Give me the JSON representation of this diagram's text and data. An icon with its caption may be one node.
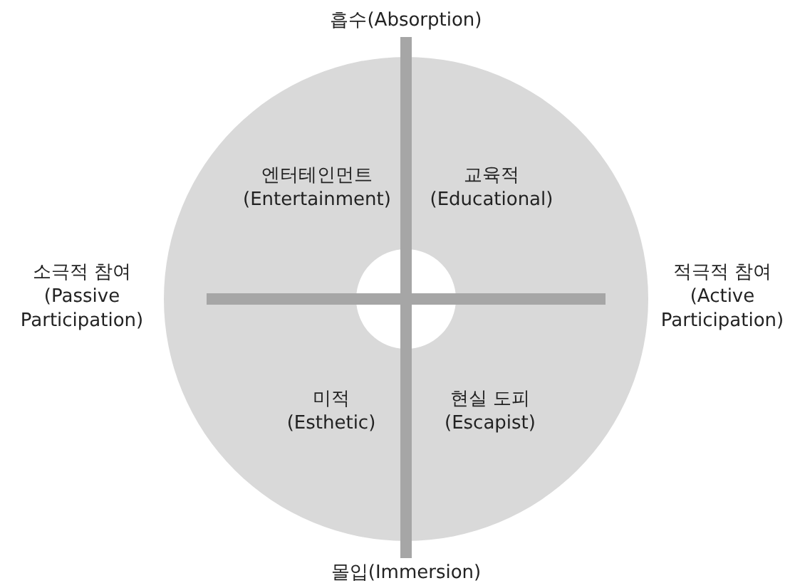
{
  "diagram": {
    "labels": [
      "흡수(Absorption)",
      "엔터테인먼트 (Entertainment)",
      "교육적 (Educational)",
      "소극적 참여 (Passive Participation)",
      "적극적 참여 (Active Participation)",
      "미적 (Esthetic)",
      "현실 도피 (Escapist)",
      "몰입(Immersion)"
    ]
  }
}
